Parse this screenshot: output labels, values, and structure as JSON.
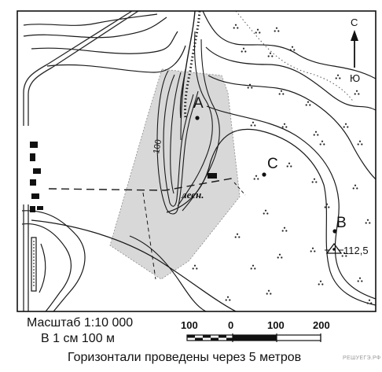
{
  "map": {
    "labels": {
      "point_a": "A",
      "point_b": "B",
      "point_c": "C",
      "contour_value": "100",
      "forestry_house": "лесн.",
      "elevation": "112,5",
      "north": "С",
      "south": "Ю"
    },
    "colors": {
      "forest_fill": "#d8d8d8",
      "lines": "#1a1a1a",
      "paper": "#ffffff"
    }
  },
  "footer": {
    "scale_line1": "Масштаб 1:10 000",
    "scale_line2": "В 1 см 100 м",
    "contour_note": "Горизонтали проведены через 5 метров",
    "scale_bar_labels": [
      "100",
      "0",
      "100",
      "200"
    ],
    "watermark": "РЕШУЕГЭ.РФ"
  }
}
